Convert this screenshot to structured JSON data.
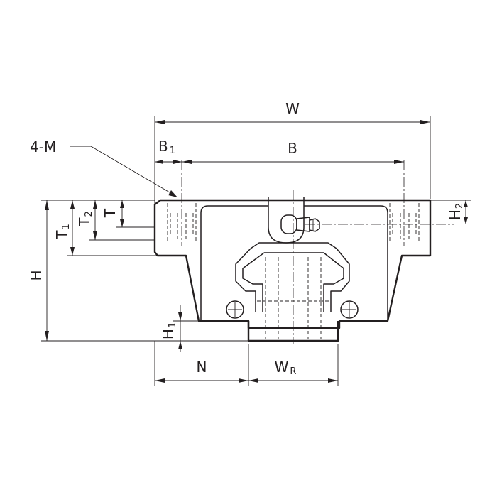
{
  "labels": {
    "W": "W",
    "B": "B",
    "B1": "B",
    "B1_sub": "1",
    "M": "4-M",
    "H": "H",
    "H1": "H",
    "H1_sub": "1",
    "H2": "H",
    "H2_sub": "2",
    "T": "T",
    "T1": "T",
    "T1_sub": "1",
    "T2": "T",
    "T2_sub": "2",
    "N": "N",
    "WR": "W",
    "WR_sub": "R"
  }
}
